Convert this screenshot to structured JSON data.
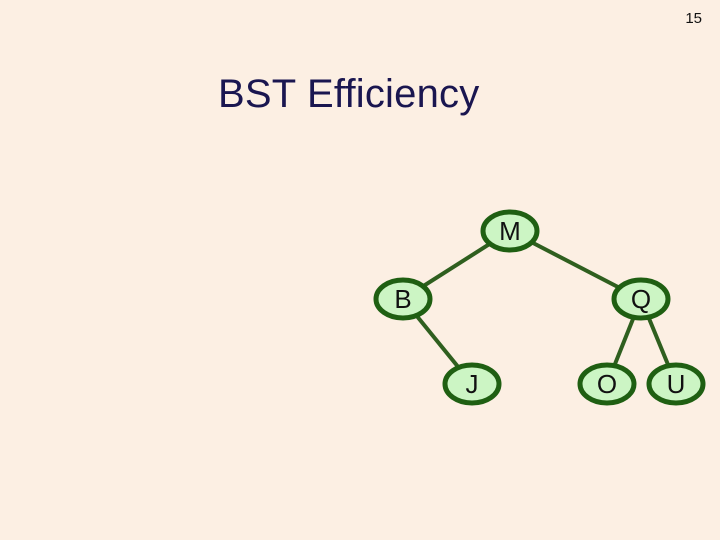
{
  "slide": {
    "number": "15",
    "title": "BST Efficiency"
  },
  "tree": {
    "node_fill": "#ccf5c4",
    "node_stroke": "#1f5f12",
    "edge_color": "#2f5f1f",
    "nodes": [
      {
        "id": "M",
        "label": "M"
      },
      {
        "id": "B",
        "label": "B"
      },
      {
        "id": "Q",
        "label": "Q"
      },
      {
        "id": "J",
        "label": "J"
      },
      {
        "id": "O",
        "label": "O"
      },
      {
        "id": "U",
        "label": "U"
      }
    ],
    "edges": [
      {
        "from": "M",
        "to": "B"
      },
      {
        "from": "M",
        "to": "Q"
      },
      {
        "from": "B",
        "to": "J"
      },
      {
        "from": "Q",
        "to": "O"
      },
      {
        "from": "Q",
        "to": "U"
      }
    ]
  }
}
